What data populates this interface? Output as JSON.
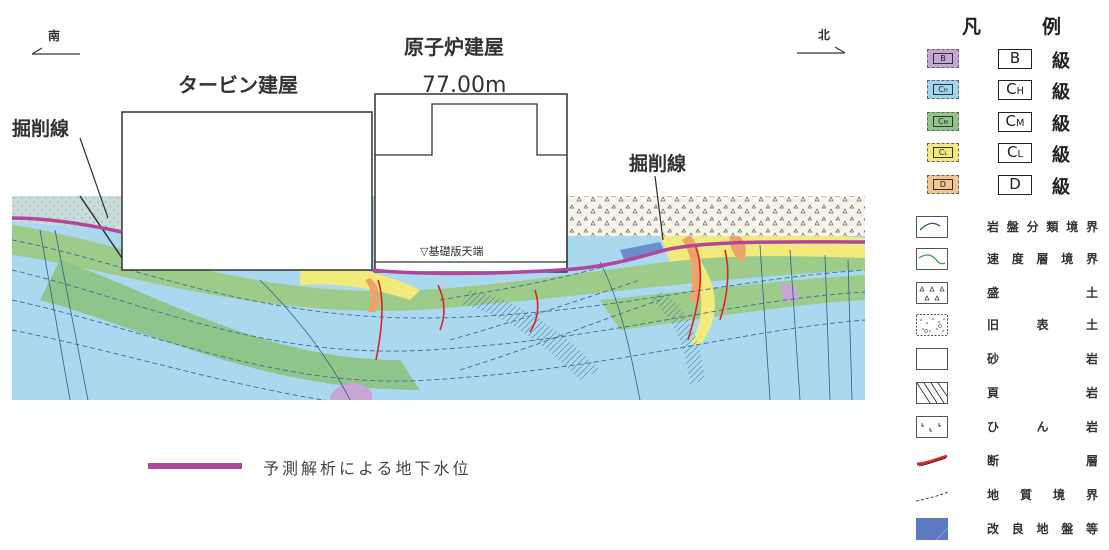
{
  "section": {
    "south": "南",
    "north": "北",
    "turbine_building": "タービン建屋",
    "reactor_building": "原子炉建屋",
    "elevation": "77.00m",
    "excavation_left": "掘削線",
    "excavation_right": "掘削線",
    "foundation": "▽基礎版天端"
  },
  "groundwater": {
    "label": "予測解析による地下水位",
    "color": "#b0479b"
  },
  "legend": {
    "title_left": "凡",
    "title_right": "例",
    "grades": [
      {
        "mark": "B",
        "symbol": "B",
        "suffix": "級",
        "color": "#c7a6d6"
      },
      {
        "mark": "CH",
        "symbol": "CH",
        "suffix": "級",
        "color": "#9fd6ee"
      },
      {
        "mark": "CM",
        "symbol": "CM",
        "suffix": "級",
        "color": "#8fc58b"
      },
      {
        "mark": "CL",
        "symbol": "CL",
        "suffix": "級",
        "color": "#f2ea7a"
      },
      {
        "mark": "D",
        "symbol": "D",
        "suffix": "級",
        "color": "#f6c48f"
      }
    ],
    "symbols": [
      {
        "icon": "rock-class-boundary",
        "chars": [
          "岩",
          "盤",
          "分",
          "類",
          "境",
          "界"
        ]
      },
      {
        "icon": "velocity-layer-boundary",
        "chars": [
          "速",
          "度",
          "層",
          "境",
          "界"
        ]
      },
      {
        "icon": "fill-soil",
        "chars": [
          "盛",
          "土"
        ]
      },
      {
        "icon": "old-topsoil",
        "chars": [
          "旧",
          "表",
          "土"
        ]
      },
      {
        "icon": "sandstone",
        "chars": [
          "砂",
          "岩"
        ]
      },
      {
        "icon": "shale",
        "chars": [
          "頁",
          "岩"
        ]
      },
      {
        "icon": "porphyrite",
        "chars": [
          "ひ",
          "ん",
          "岩"
        ]
      },
      {
        "icon": "fault",
        "chars": [
          "断",
          "層"
        ]
      },
      {
        "icon": "geological-boundary",
        "chars": [
          "地",
          "質",
          "境",
          "界"
        ]
      },
      {
        "icon": "improved-ground",
        "chars": [
          "改",
          "良",
          "地",
          "盤",
          "等"
        ]
      }
    ]
  }
}
